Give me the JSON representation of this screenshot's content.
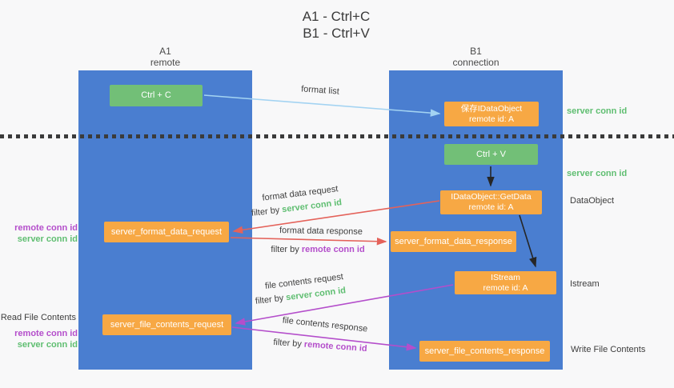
{
  "title": {
    "line1": "A1 - Ctrl+C",
    "line2": "B1 - Ctrl+V"
  },
  "columns": {
    "left": {
      "id": "A1",
      "role": "remote"
    },
    "right": {
      "id": "B1",
      "role": "connection"
    }
  },
  "nodes": {
    "ctrl_c": "Ctrl + C",
    "ctrl_v": "Ctrl + V",
    "save_dataobject": {
      "line1": "保存IDataObject",
      "line2": "remote id: A"
    },
    "getdata": {
      "line1": "IDataObject::GetData",
      "line2": "remote id: A"
    },
    "istream": {
      "line1": "IStream",
      "line2": "remote id: A"
    },
    "format_request": "server_format_data_request",
    "format_response": "server_format_data_response",
    "file_request": "server_file_contents_request",
    "file_response": "server_file_contents_response"
  },
  "edge_labels": {
    "format_list": "format list",
    "format_data_request": "format data request",
    "format_data_response": "format data response",
    "file_contents_request": "file contents request",
    "file_contents_response": "file contents response",
    "filter_by": "filter by"
  },
  "ids": {
    "server_conn_id": "server conn id",
    "remote_conn_id": "remote conn id"
  },
  "side_labels": {
    "dataobject": "DataObject",
    "istream": "Istream",
    "read_file_contents": "Read File Contents",
    "write_file_contents": "Write File Contents"
  },
  "colors": {
    "lifeline_blue": "#4a7ed0",
    "node_green": "#72bf77",
    "node_orange": "#f7a844",
    "arrow_red": "#e4625a",
    "arrow_purple": "#b44ecb",
    "arrow_light_blue": "#a3d3f2",
    "arrow_black": "#262626",
    "text_green": "#5fbe71",
    "text_purple": "#b44ecb",
    "background": "#f8f8f9"
  }
}
